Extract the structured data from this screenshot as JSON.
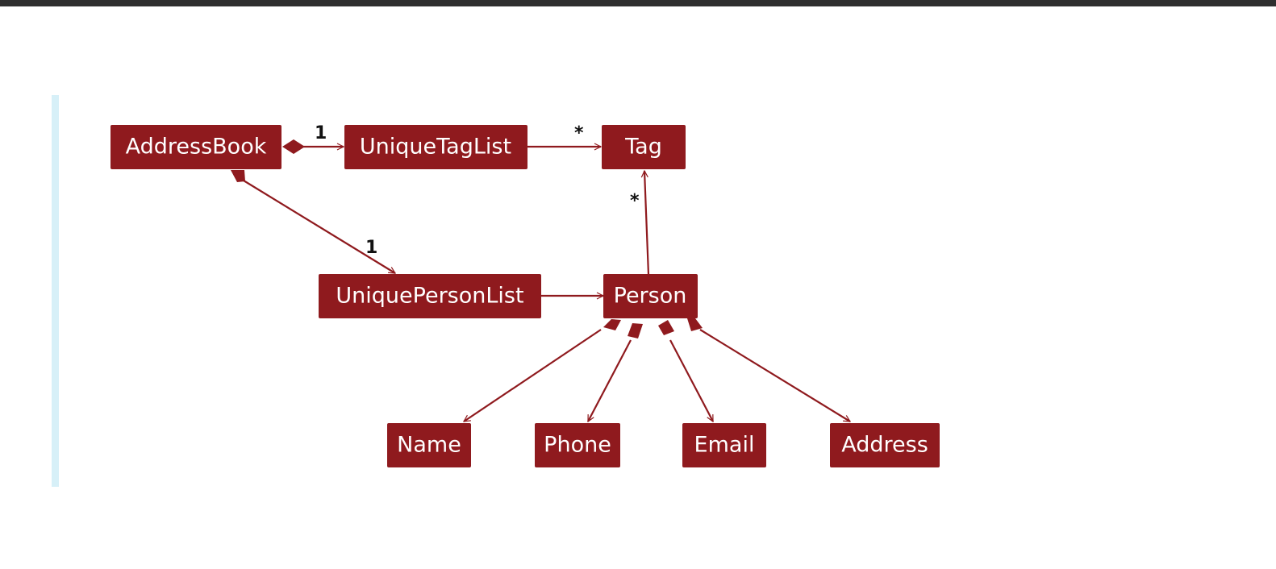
{
  "diagram": {
    "nodes": {
      "addressbook": "AddressBook",
      "uniquetaglist": "UniqueTagList",
      "tag": "Tag",
      "uniquepersonlist": "UniquePersonList",
      "person": "Person",
      "name": "Name",
      "phone": "Phone",
      "email": "Email",
      "address": "Address"
    },
    "multiplicities": {
      "addressbook_to_uniquetaglist": "1",
      "uniquetaglist_to_tag": "*",
      "person_to_tag": "*",
      "addressbook_to_uniquepersonlist": "1"
    },
    "colors": {
      "node_fill": "#8f1a1e",
      "node_text": "#ffffff",
      "edge": "#8f1a1e",
      "quote_bar": "#d7f0f8",
      "top_bar": "#2f2f2f"
    }
  }
}
